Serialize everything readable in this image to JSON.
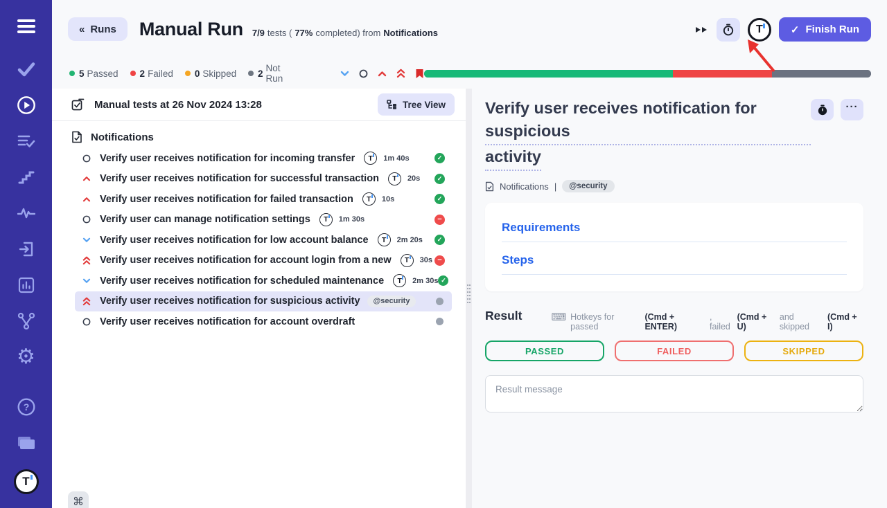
{
  "brand": {
    "logo_letter": "T"
  },
  "sidebar": {
    "icons": [
      "menu",
      "check",
      "play-circle",
      "list-check",
      "steps",
      "activity",
      "import",
      "bar-chart",
      "branch",
      "settings-gear",
      "help",
      "folders",
      "logo"
    ]
  },
  "header": {
    "back_chevrons": "«",
    "back_label": "Runs",
    "title": "Manual Run",
    "meta": {
      "ratio": "7/9",
      "t1": "tests (",
      "pct": "77%",
      "t2": "completed) from",
      "suite": "Notifications"
    },
    "finish_check": "✓",
    "finish_label": "Finish Run"
  },
  "status_bar": {
    "counts": [
      {
        "value": "5",
        "label": "Passed",
        "color": "#22b573"
      },
      {
        "value": "2",
        "label": "Failed",
        "color": "#ef4444"
      },
      {
        "value": "0",
        "label": "Skipped",
        "color": "#f5a623"
      },
      {
        "value": "2",
        "label": "Not Run",
        "color": "#6e7681"
      }
    ],
    "priority_legend": [
      "chevron-down",
      "circle",
      "chevron-up",
      "double-chevron-up",
      "bookmark"
    ],
    "progress": [
      {
        "status": "passed",
        "pct": 55.6,
        "color": "#17b978"
      },
      {
        "status": "failed",
        "pct": 22.2,
        "color": "#ef4444"
      },
      {
        "status": "notrun",
        "pct": 22.2,
        "color": "#6b7280"
      }
    ]
  },
  "run_panel": {
    "title": "Manual tests at 26 Nov 2024 13:28",
    "view_button": "Tree View",
    "suite": "Notifications",
    "command_hint": "⌘",
    "tests": [
      {
        "priority": "normal",
        "title": "Verify user receives notification for incoming transfer",
        "duration": "1m 40s",
        "status": "passed"
      },
      {
        "priority": "high",
        "title": "Verify user receives notification for successful transaction",
        "duration": "20s",
        "status": "passed"
      },
      {
        "priority": "high",
        "title": "Verify user receives notification for failed transaction",
        "duration": "10s",
        "status": "passed"
      },
      {
        "priority": "normal",
        "title": "Verify user can manage notification settings",
        "duration": "1m 30s",
        "status": "failed"
      },
      {
        "priority": "low",
        "title": "Verify user receives notification for low account balance",
        "duration": "2m 20s",
        "status": "passed"
      },
      {
        "priority": "critical",
        "title": "Verify user receives notification for account login from a new",
        "duration": "30s",
        "status": "failed"
      },
      {
        "priority": "low",
        "title": "Verify user receives notification for scheduled maintenance",
        "duration": "2m 30s",
        "status": "passed"
      },
      {
        "priority": "critical",
        "title": "Verify user receives notification for suspicious activity",
        "tag": "@security",
        "status": "notrun",
        "selected": true
      },
      {
        "priority": "normal",
        "title": "Verify user receives notification for account overdraft",
        "status": "notrun"
      }
    ]
  },
  "detail_panel": {
    "title_line1": "Verify user receives notification for suspicious",
    "title_line2": "activity",
    "breadcrumb": "Notifications",
    "separator": "|",
    "tag": "@security",
    "requirements_label": "Requirements",
    "steps_label": "Steps",
    "more_label": "···",
    "result_heading": "Result",
    "hotkeys": {
      "prefix": "Hotkeys for passed",
      "key_passed": "(Cmd + ENTER)",
      "mid1": ", failed",
      "key_failed": "(Cmd + U)",
      "mid2": "and skipped",
      "key_skipped": "(Cmd + I)"
    },
    "verdicts": [
      {
        "label": "PASSED",
        "color": "#16a567"
      },
      {
        "label": "FAILED",
        "color": "#ef5f5f"
      },
      {
        "label": "SKIPPED",
        "color": "#e5a90c"
      }
    ],
    "message_placeholder": "Result message"
  }
}
